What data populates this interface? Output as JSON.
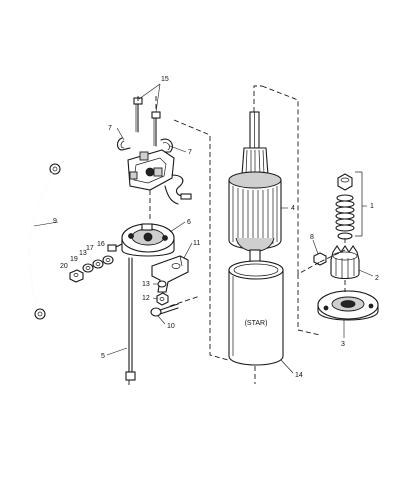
{
  "labels": {
    "l1": "1",
    "l2": "2",
    "l3": "3",
    "l4": "4",
    "l5": "5",
    "l6": "6",
    "l7a": "7",
    "l7b": "7",
    "l8": "8",
    "l9": "9",
    "l10": "10",
    "l11": "11",
    "l12": "12",
    "l13a": "13",
    "l13b": "13",
    "l14": "14",
    "l15": "15",
    "l16": "16",
    "l17": "17",
    "l19": "19",
    "l20": "20"
  },
  "housing_text": "(STAR)"
}
